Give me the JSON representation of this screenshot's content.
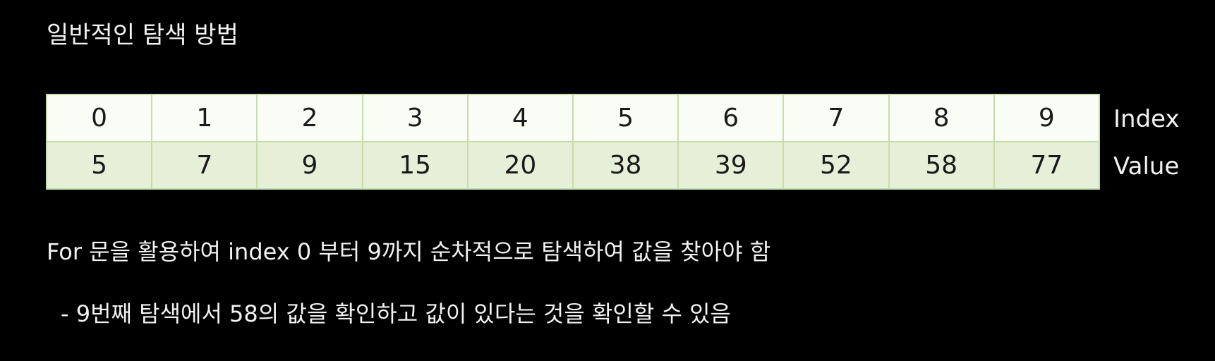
{
  "title": "일반적인 탐색 방법",
  "array": {
    "index_label": "Index",
    "value_label": "Value",
    "indices": [
      "0",
      "1",
      "2",
      "3",
      "4",
      "5",
      "6",
      "7",
      "8",
      "9"
    ],
    "values": [
      "5",
      "7",
      "9",
      "15",
      "20",
      "38",
      "39",
      "52",
      "58",
      "77"
    ]
  },
  "description": {
    "line1": "For 문을 활용하여 index 0 부터 9까지 순차적으로 탐색하여 값을 찾아야 함",
    "line2": "- 9번째 탐색에서 58의 값을 확인하고 값이 있다는 것을 확인할 수 있음"
  },
  "colors": {
    "background": "#000000",
    "cell_border": "#c8dcaa",
    "index_cell": "#fafdf5",
    "value_cell": "#e6f0d8"
  }
}
